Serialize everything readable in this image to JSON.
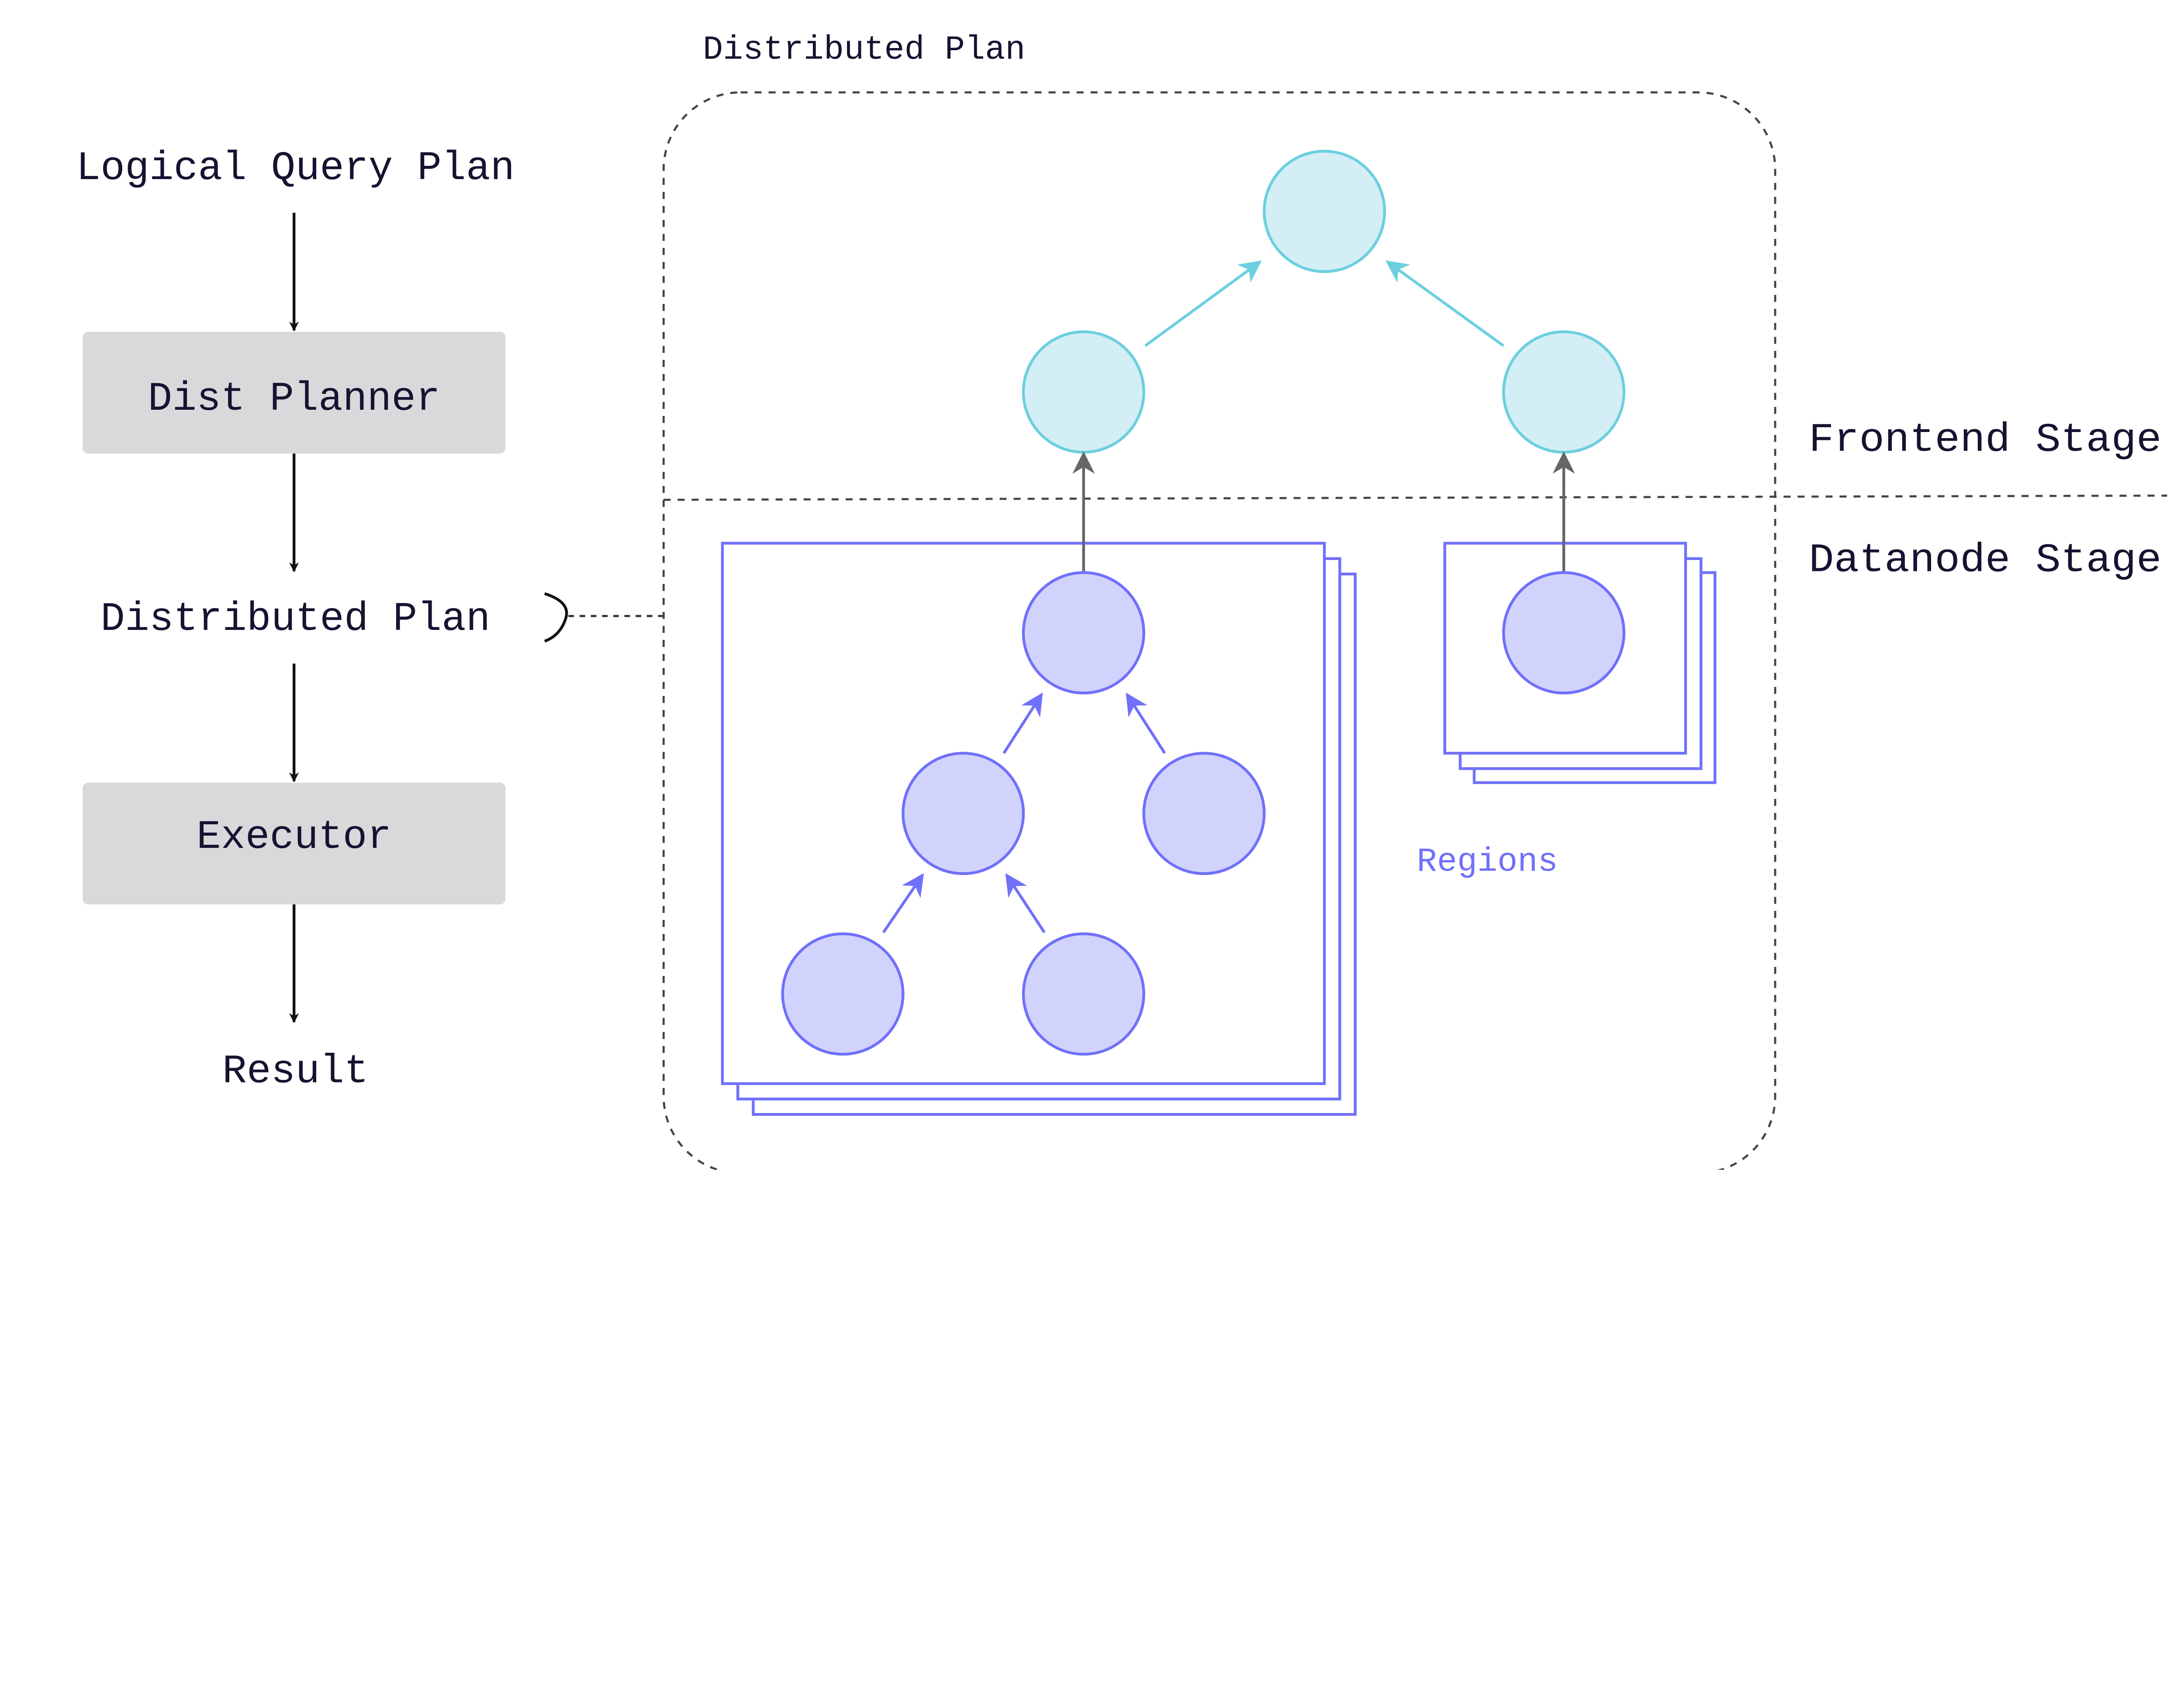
{
  "pipeline": {
    "logical_query_plan": "Logical Query Plan",
    "dist_planner": "Dist Planner",
    "distributed_plan": "Distributed Plan",
    "executor": "Executor",
    "result": "Result"
  },
  "distributed_plan_panel": {
    "title": "Distributed Plan",
    "frontend_stage": "Frontend Stage",
    "datanode_stage": "Datanode Stage",
    "regions": "Regions"
  },
  "colors": {
    "box_fill": "#d9d9dc",
    "frontend_fill": "#d4eef5",
    "frontend_stroke": "#6ccfe0",
    "datanode_fill": "#d2d3fd",
    "datanode_stroke": "#7070fb",
    "connector": "#666666",
    "text": "#1a1030"
  }
}
